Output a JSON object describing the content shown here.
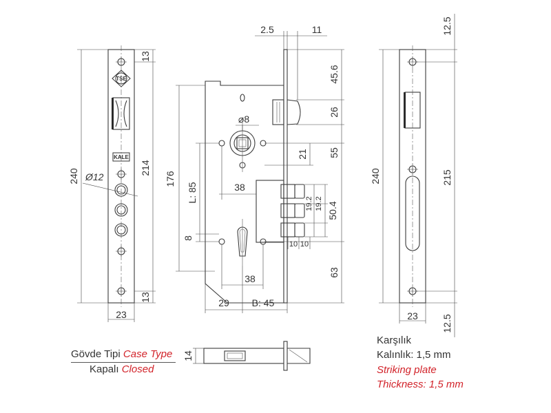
{
  "labels": {
    "case_type_tr": "Gövde Tipi",
    "case_type_en": "Case Type",
    "closed_tr": "Kapalı",
    "closed_en": "Closed",
    "striking_tr": "Karşılık",
    "thickness_tr": "Kalınlık: 1,5 mm",
    "striking_en": "Striking plate",
    "thickness_en": "Thickness: 1,5 mm"
  },
  "logos": {
    "tse": "TSE",
    "kale": "KALE"
  },
  "faceplate_dims": {
    "d240": "240",
    "d214": "214",
    "d13_top": "13",
    "d13_bottom": "13",
    "d23": "23",
    "d12": "Ø12"
  },
  "case_dims": {
    "d2_5": "2.5",
    "d11": "11",
    "d45_6": "45.6",
    "d26": "26",
    "d8_dia": "⌀8",
    "d21": "21",
    "d55": "55",
    "d176": "176",
    "dL85": "L: 85",
    "d38_top": "38",
    "d19_2a": "19.2",
    "d19_2b": "19.2",
    "d50_4": "50.4",
    "d8": "8",
    "d10a": "10",
    "d10b": "10",
    "d38_bottom": "38",
    "d63": "63",
    "d29": "29",
    "dB45": "B: 45"
  },
  "side_dims": {
    "d14": "14"
  },
  "strike_dims": {
    "d12_5_top": "12.5",
    "d240": "240",
    "d215": "215",
    "d23": "23",
    "d12_5_bottom": "12.5"
  },
  "colors": {
    "line": "#3a3a3a",
    "accent_red": "#d2232a",
    "dark_fill": "#2b2b2b"
  }
}
